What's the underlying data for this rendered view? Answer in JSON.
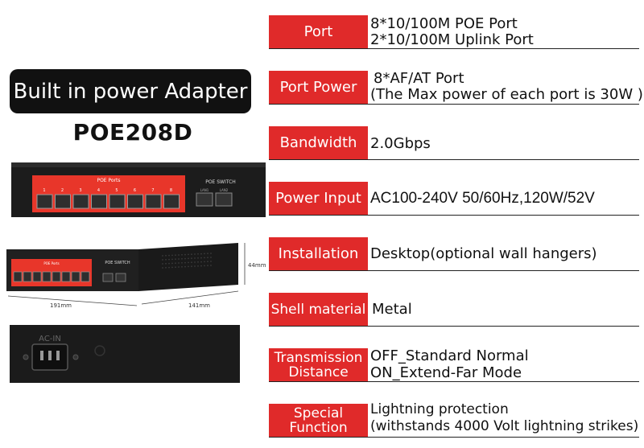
{
  "badge": {
    "text": "Built in power Adapter"
  },
  "model": "POE208D",
  "device": {
    "poe_ports_label": "POE Ports",
    "poe_switch_label": "POE SWITCH",
    "port_numbers": [
      "1",
      "2",
      "3",
      "4",
      "5",
      "6",
      "7",
      "8"
    ],
    "lan1": "LAN1",
    "lan2": "LAN2",
    "dim_width": "191mm",
    "dim_depth": "141mm",
    "dim_height": "44mm",
    "ac_in": "AC-IN"
  },
  "specs": [
    {
      "label": "Port",
      "lines": [
        "8*10/100M POE Port",
        "2*10/100M Uplink Port"
      ]
    },
    {
      "label": "Port Power",
      "lines": [
        "8*AF/AT Port",
        "(The Max power of each port is 30W )"
      ]
    },
    {
      "label": "Bandwidth",
      "lines": [
        "2.0Gbps"
      ]
    },
    {
      "label": "Power Input",
      "lines": [
        "AC100-240V 50/60Hz,120W/52V"
      ]
    },
    {
      "label": "Installation",
      "lines": [
        "Desktop(optional wall hangers)"
      ]
    },
    {
      "label": "Shell material",
      "lines": [
        "Metal"
      ]
    },
    {
      "label_lines": [
        "Transmission",
        "Distance"
      ],
      "lines": [
        "OFF_Standard Normal",
        "ON_Extend-Far Mode"
      ]
    },
    {
      "label_lines": [
        "Special",
        "Function"
      ],
      "lines": [
        "Lightning protection",
        "(withstands 4000 Volt lightning  strikes)"
      ]
    }
  ],
  "colors": {
    "accent": "#e02a2a",
    "badge_bg": "#111111"
  }
}
